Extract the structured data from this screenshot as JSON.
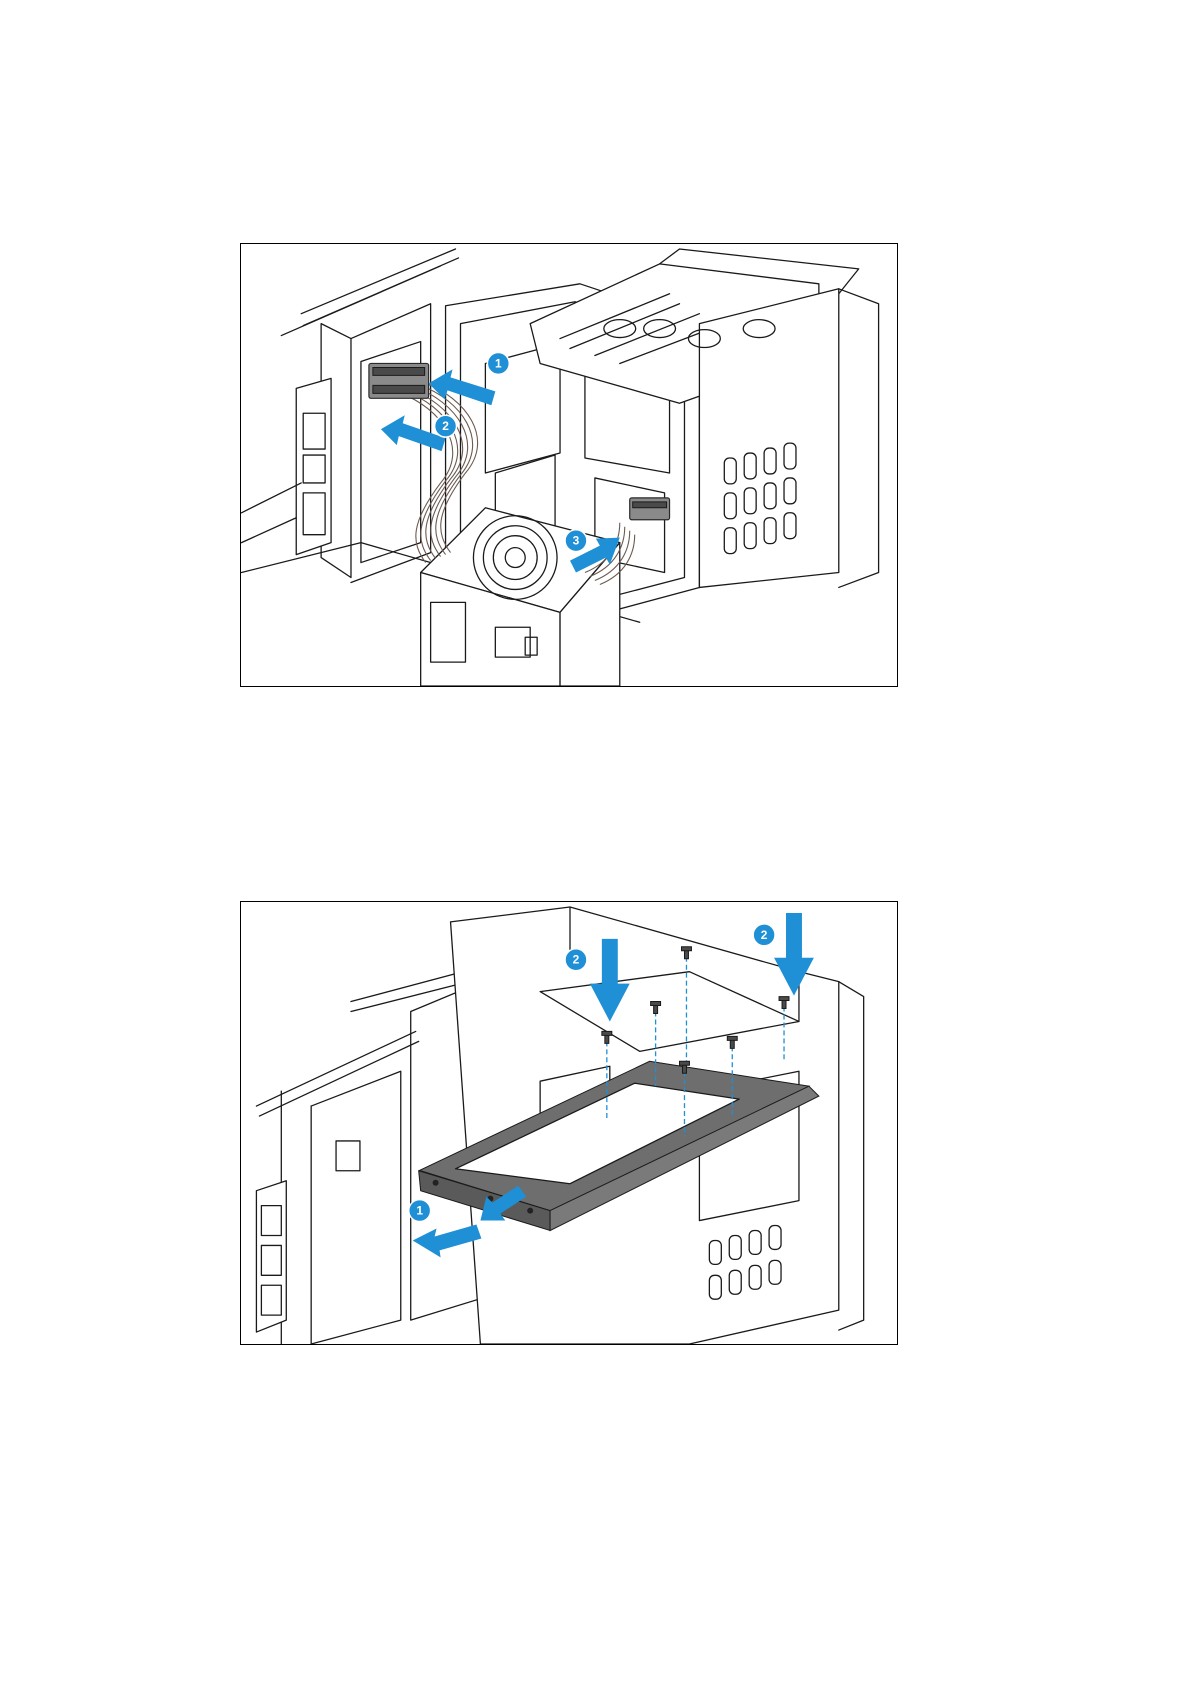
{
  "figures": [
    {
      "badges": [
        "1",
        "2",
        "3"
      ]
    },
    {
      "badges": [
        "1",
        "2",
        "2"
      ]
    }
  ],
  "colors": {
    "accent": "#1f8fd6",
    "line": "#1a1a1a",
    "part": "#6e6e6e"
  }
}
